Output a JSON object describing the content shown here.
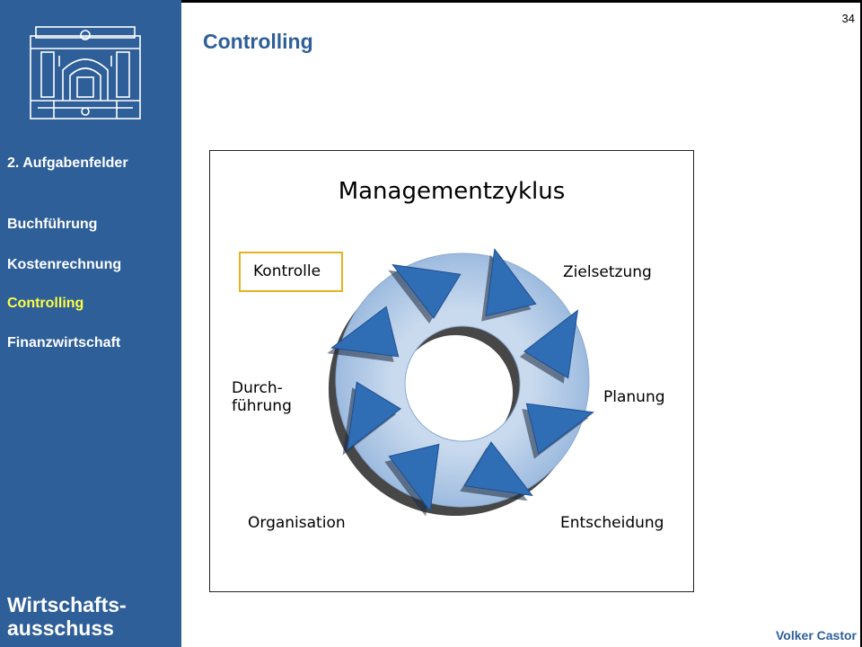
{
  "page": {
    "number": "34",
    "title": "Controlling",
    "author": "Volker Castor"
  },
  "sidebar": {
    "section": "2. Aufgabenfelder",
    "items": [
      {
        "label": "Buchführung",
        "active": false
      },
      {
        "label": "Kostenrechnung",
        "active": false
      },
      {
        "label": "Controlling",
        "active": true
      },
      {
        "label": "Finanzwirtschaft",
        "active": false
      }
    ],
    "org_name_line1": "Wirtschafts-",
    "org_name_line2": "ausschuss"
  },
  "diagram": {
    "title": "Managementzyklus",
    "labels": {
      "kontrolle": "Kontrolle",
      "zielsetzung": "Zielsetzung",
      "planung": "Planung",
      "entscheidung": "Entscheidung",
      "organisation": "Organisation",
      "durchfuehrung_line1": "Durch-",
      "durchfuehrung_line2": "führung"
    },
    "highlighted": "kontrolle",
    "colors": {
      "ring": "#a9c3e2",
      "arrow": "#2f6db5",
      "highlight_border": "#e8b21e",
      "sidebar": "#2e5f98",
      "active_nav": "#ffff44"
    }
  }
}
